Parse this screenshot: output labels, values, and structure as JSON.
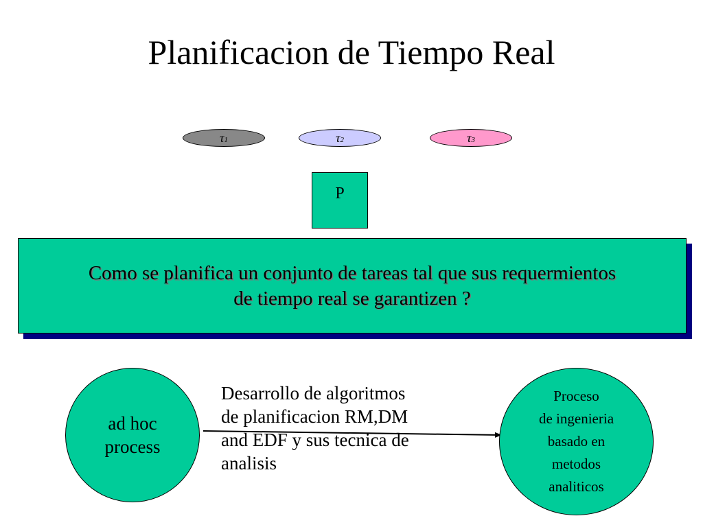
{
  "slide": {
    "title": "Planificacion de Tiempo Real"
  },
  "tasks": [
    {
      "symbol": "τ",
      "index": "1",
      "color": "#888888"
    },
    {
      "symbol": "τ",
      "index": "2",
      "color": "#CCCCFF"
    },
    {
      "symbol": "τ",
      "index": "3",
      "color": "#FF99CC"
    }
  ],
  "processor": {
    "label": "P",
    "color": "#00CC99"
  },
  "question": {
    "text": "Como se planifica un conjunto de tareas tal que sus requermientos de tiempo real se garantizen ?",
    "color": "#00CC99",
    "shadow_color": "#000080"
  },
  "left_node": {
    "text": "ad hoc\nprocess",
    "color": "#00CC99"
  },
  "transition": {
    "text": "Desarrollo de algoritmos\nde planificacion RM,DM\nand EDF y sus tecnica de\nanalisis"
  },
  "right_node": {
    "text": "Proceso\nde ingenieria\nbasado en\nmetodos\nanaliticos",
    "color": "#00CC99"
  }
}
